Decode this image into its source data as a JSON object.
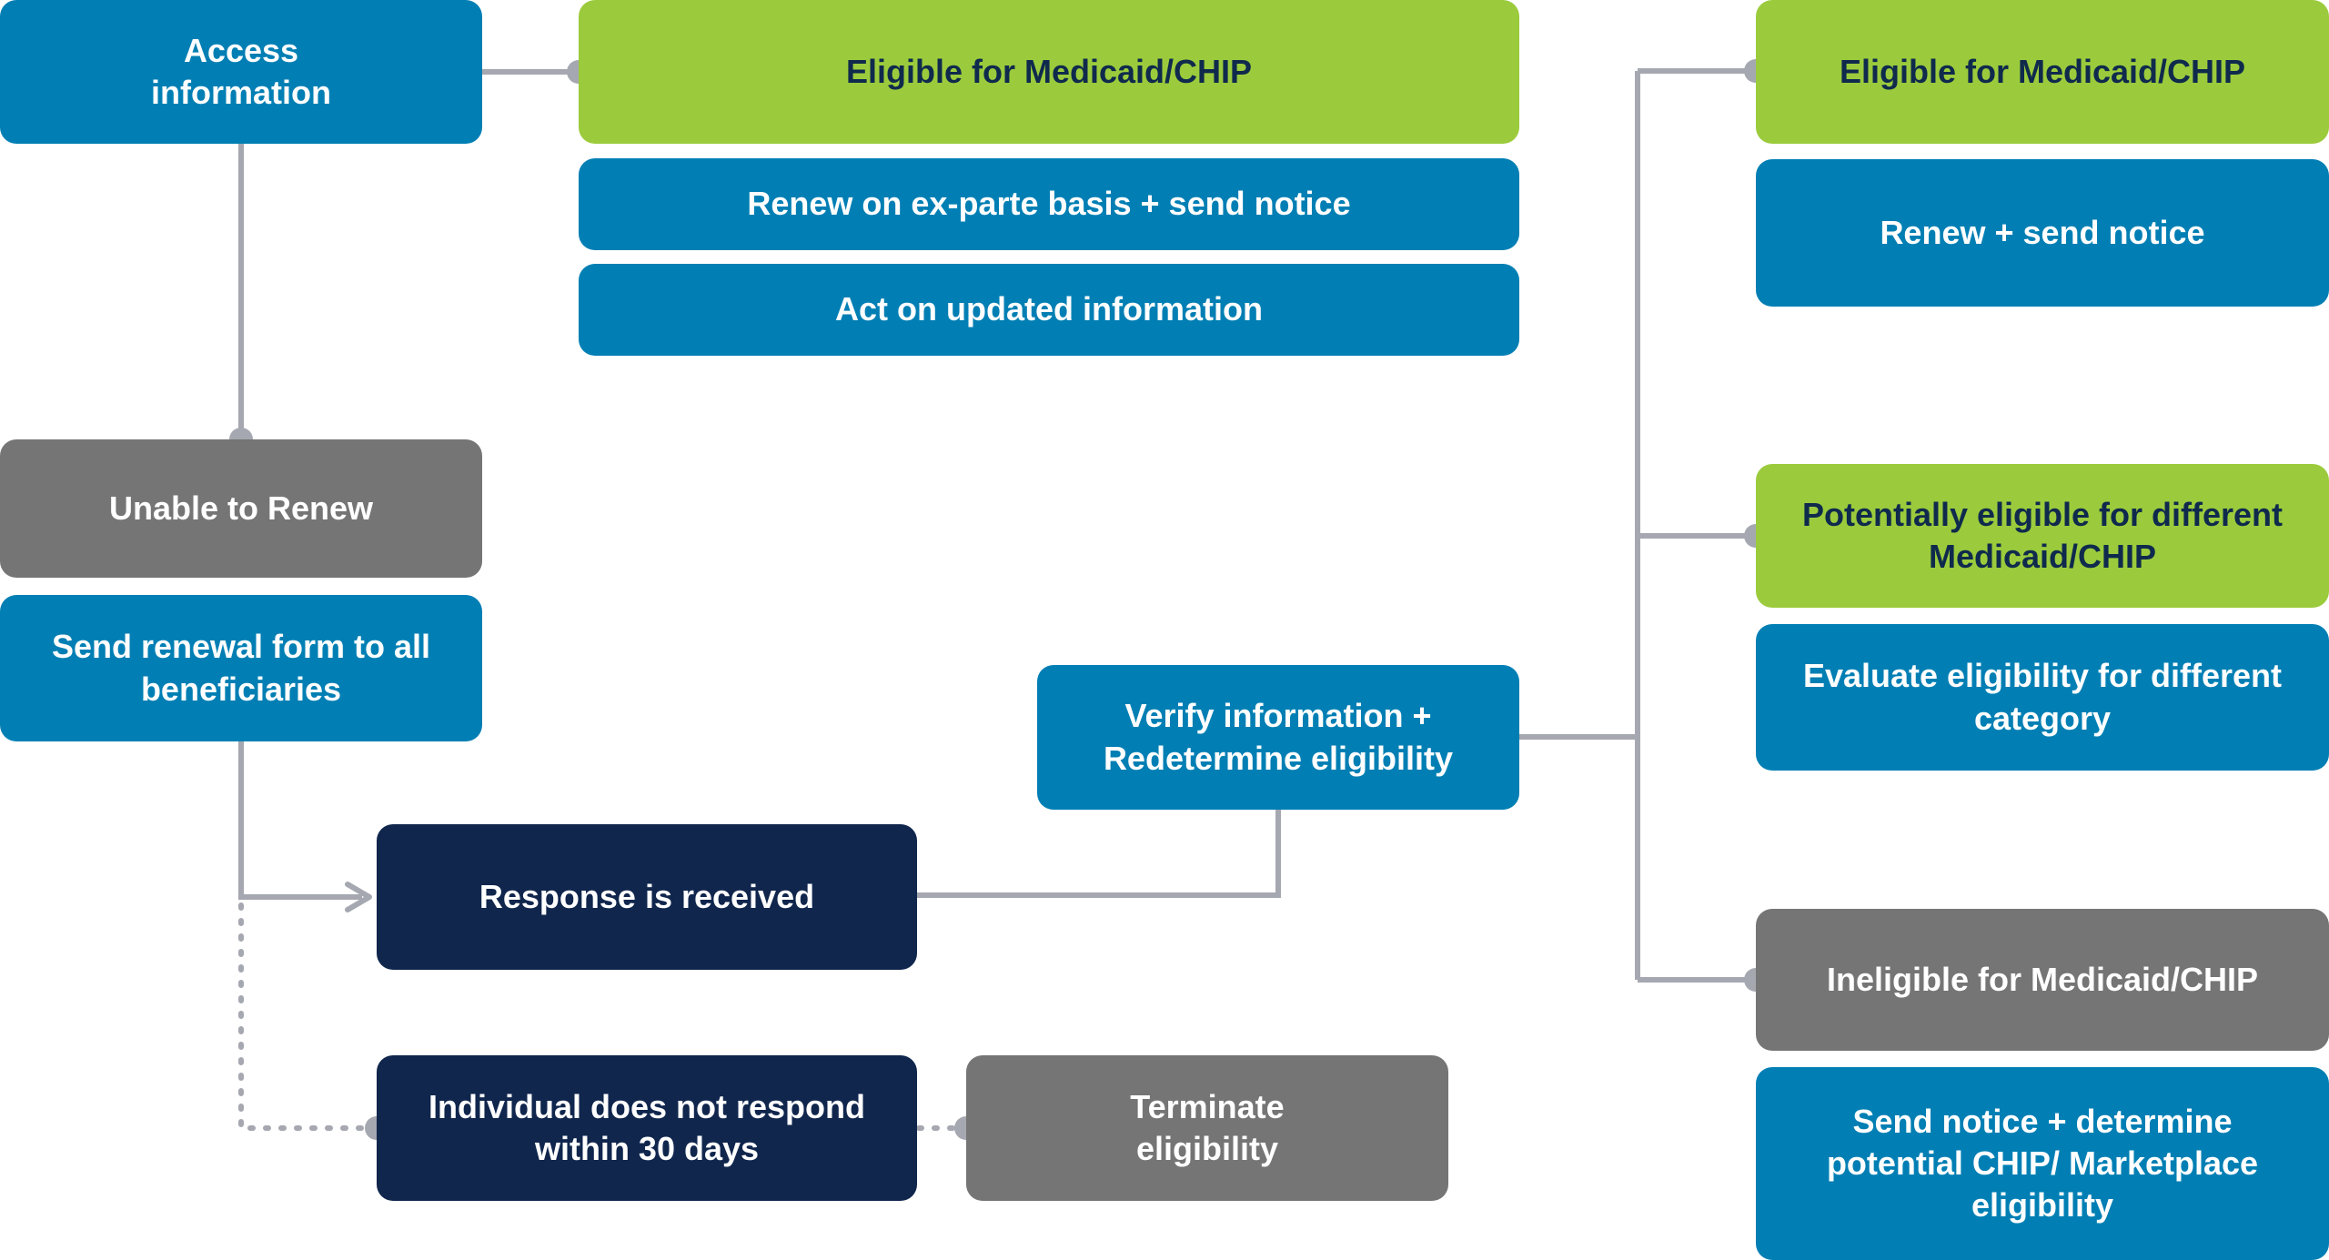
{
  "colors": {
    "blue": "#017fb4",
    "green": "#9bcb3c",
    "gray": "#757575",
    "navy": "#10264d",
    "connector": "#a6a8b1"
  },
  "boxes": {
    "access_information": "Access information",
    "eligible_top": "Eligible for Medicaid/CHIP",
    "renew_ex_parte": "Renew on ex-parte basis + send notice",
    "act_on_updated": "Act on updated information",
    "unable_to_renew": "Unable to Renew",
    "send_renewal_form": "Send renewal form to all beneficiaries",
    "response_received": "Response is received",
    "no_response": "Individual does not respond within 30 days",
    "terminate": "Terminate eligibility",
    "verify_info": "Verify information + Redetermine eligibility",
    "eligible_right": "Eligible for Medicaid/CHIP",
    "renew_send_notice": "Renew + send notice",
    "potentially_eligible": "Potentially eligible for different Medicaid/CHIP",
    "evaluate_eligibility": "Evaluate eligibility for different category",
    "ineligible": "Ineligible for Medicaid/CHIP",
    "send_notice_marketplace": "Send notice + determine potential CHIP/ Marketplace eligibility"
  }
}
